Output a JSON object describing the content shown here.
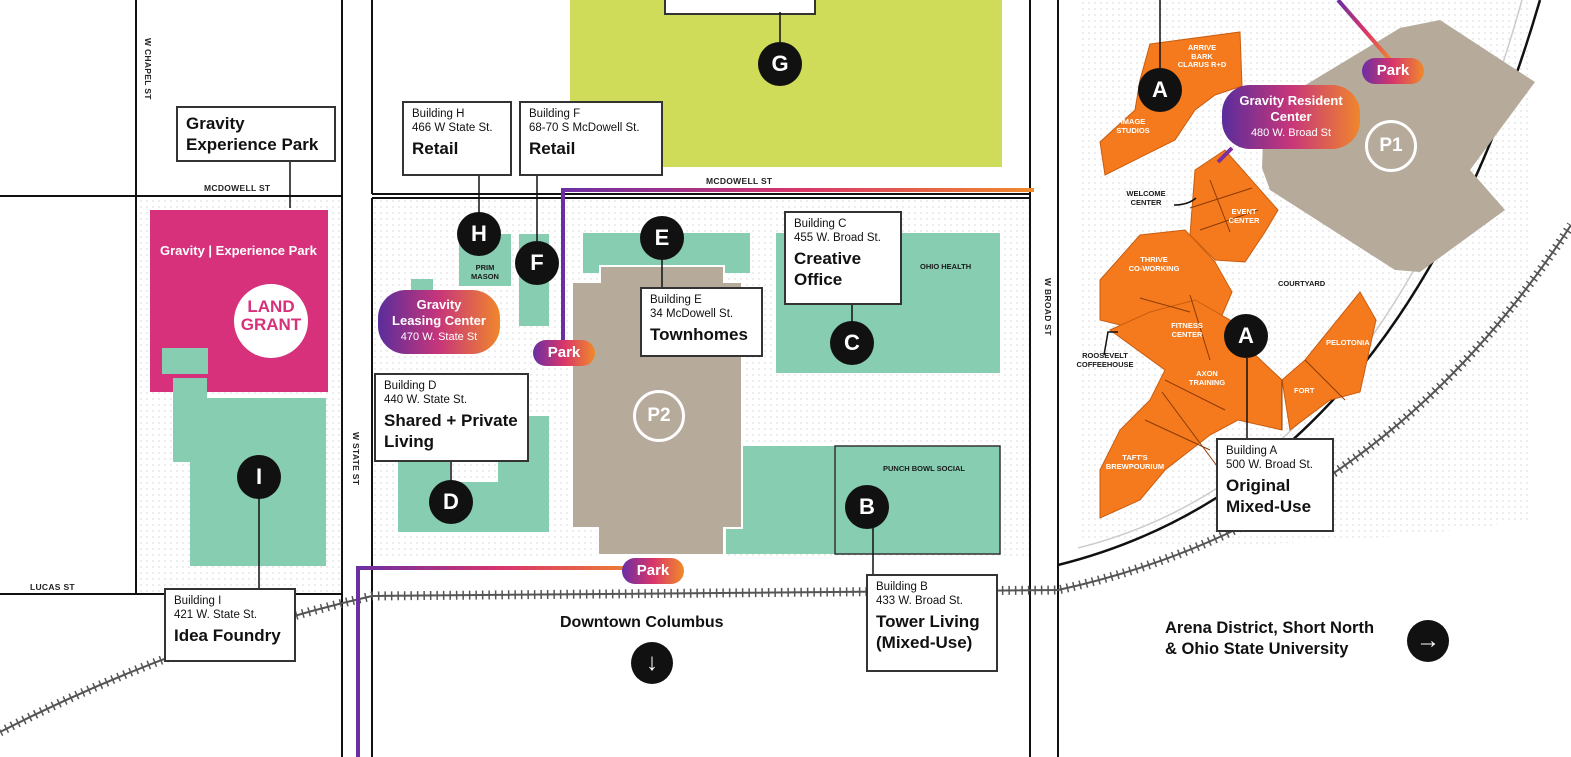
{
  "streets": {
    "mcdowell_west": "MCDOWELL ST",
    "mcdowell_center": "MCDOWELL ST",
    "chapel": "W CHAPEL ST",
    "state": "W STATE ST",
    "broad": "W BROAD ST",
    "lucas": "LUCAS ST"
  },
  "buildings": {
    "H": {
      "marker": "H",
      "name": "Building H",
      "address": "466 W State St.",
      "use": "Retail"
    },
    "F": {
      "marker": "F",
      "name": "Building F",
      "address": "68-70 S McDowell St.",
      "use": "Retail"
    },
    "E": {
      "marker": "E",
      "name": "Building E",
      "address": "34 McDowell St.",
      "use": "Townhomes"
    },
    "C": {
      "marker": "C",
      "name": "Building C",
      "address": "455 W. Broad St.",
      "use_1": "Creative",
      "use_2": "Office"
    },
    "D": {
      "marker": "D",
      "name": "Building D",
      "address": "440 W. State St.",
      "use_1": "Shared + Private",
      "use_2": "Living"
    },
    "B": {
      "marker": "B",
      "name": "Building B",
      "address": "433 W. Broad St.",
      "use_1": "Tower Living",
      "use_2": "(Mixed-Use)"
    },
    "I": {
      "marker": "I",
      "name": "Building I",
      "address": "421 W. State St.",
      "use": "Idea Foundry"
    },
    "A": {
      "marker": "A",
      "name": "Building A",
      "address": "500 W. Broad St.",
      "use_1": "Original",
      "use_2": "Mixed-Use"
    },
    "G": {
      "marker": "G"
    }
  },
  "marker_a_top": "A",
  "gravity_experience_park": {
    "line1": "Gravity",
    "line2": "Experience Park",
    "sign": "Gravity | Experience Park",
    "logo_1": "LAND",
    "logo_2": "GRANT"
  },
  "leasing_center": {
    "line1": "Gravity",
    "line2": "Leasing Center",
    "address": "470 W. State St"
  },
  "resident_center": {
    "line1": "Gravity Resident",
    "line2": "Center",
    "address": "480 W. Broad St"
  },
  "parking": {
    "p1": "P1",
    "p2": "P2",
    "park_label": "Park"
  },
  "tenants": {
    "prim_mason": [
      "PRIM",
      "MASON"
    ],
    "ohio_health": "OHIO HEALTH",
    "punch_bowl": "PUNCH BOWL SOCIAL",
    "arrive": [
      "ARRIVE",
      "BARK",
      "CLARUS R+D"
    ],
    "image_studios": [
      "IMAGE",
      "STUDIOS"
    ],
    "welcome_center": [
      "WELCOME",
      "CENTER"
    ],
    "event_center": [
      "EVENT",
      "CENTER"
    ],
    "thrive": [
      "THRIVE",
      "CO-WORKING"
    ],
    "courtyard": "COURTYARD",
    "fitness": [
      "FITNESS",
      "CENTER"
    ],
    "roosevelt": [
      "ROOSEVELT",
      "COFFEEHOUSE"
    ],
    "axon": [
      "AXON",
      "TRAINING"
    ],
    "pelotonia": "PELOTONIA",
    "fort": "FORT",
    "tafts": [
      "TAFT'S",
      "BREWPOURIUM"
    ]
  },
  "destinations": {
    "downtown": "Downtown Columbus",
    "arena_1": "Arena District, Short North",
    "arena_2": "& Ohio State University"
  },
  "icons": {
    "down": "arrow-down-icon",
    "right": "arrow-right-icon"
  },
  "colors": {
    "green": "#86cdb2",
    "lime": "#cfdc5a",
    "magenta": "#d6317a",
    "orange": "#f47a1d",
    "taupe": "#b6aa9b"
  }
}
